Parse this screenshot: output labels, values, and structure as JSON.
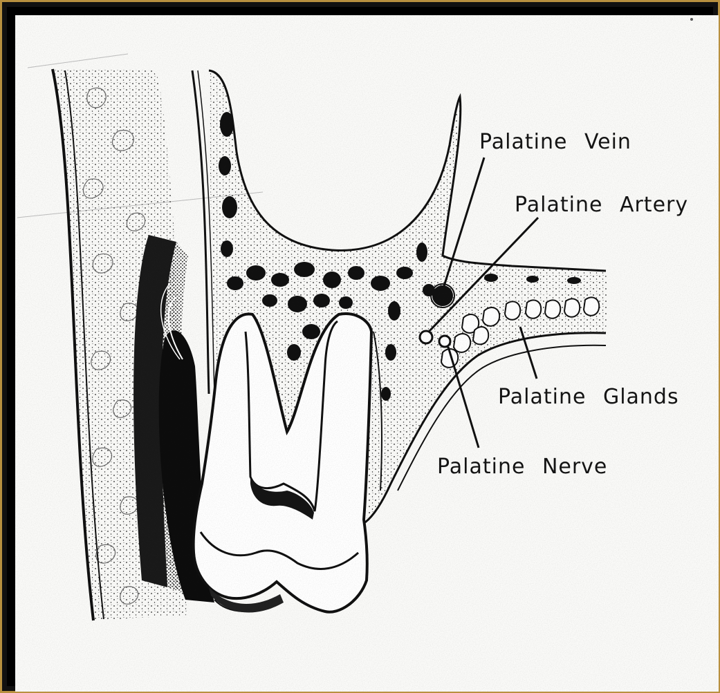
{
  "diagram": {
    "labels": {
      "vein": "Palatine Vein",
      "artery": "Palatine Artery",
      "glands": "Palatine Glands",
      "nerve": "Palatine Nerve"
    }
  }
}
